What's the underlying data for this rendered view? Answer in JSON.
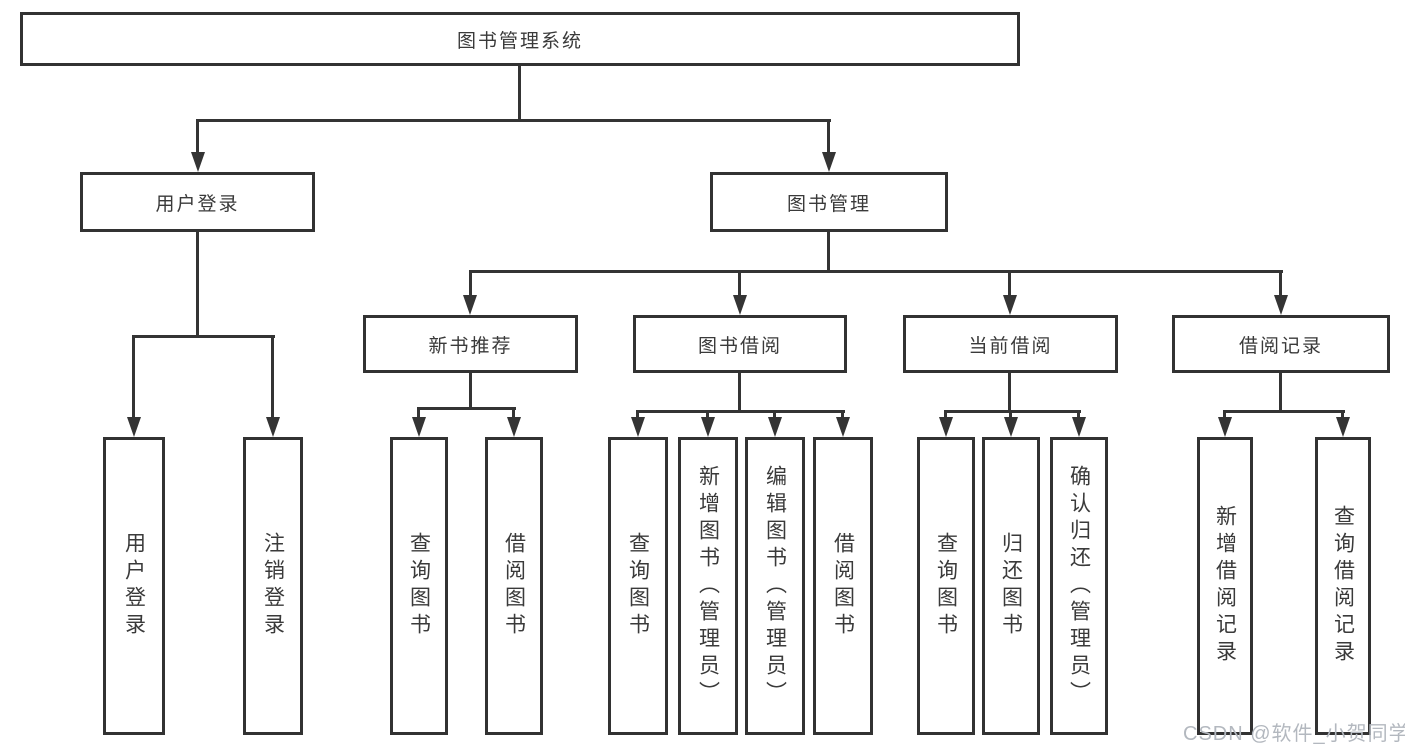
{
  "diagram": {
    "labels": {
      "root": "图书管理系统",
      "user_login": "用户登录",
      "book_mgmt": "图书管理",
      "new_book_rec": "新书推荐",
      "book_borrow": "图书借阅",
      "current_borrow": "当前借阅",
      "borrow_records": "借阅记录",
      "leaf_user_login": "用户登录",
      "leaf_logout": "注销登录",
      "leaf_query_book_1": "查询图书",
      "leaf_borrow_book_1": "借阅图书",
      "leaf_query_book_2": "查询图书",
      "leaf_add_book": "新增图书（管理员）",
      "leaf_edit_book": "编辑图书（管理员）",
      "leaf_borrow_book_2": "借阅图书",
      "leaf_query_book_3": "查询图书",
      "leaf_return_book": "归还图书",
      "leaf_confirm_return": "确认归还（管理员）",
      "leaf_add_record": "新增借阅记录",
      "leaf_query_record": "查询借阅记录"
    },
    "hierarchy": {
      "图书管理系统": {
        "用户登录": [
          "用户登录",
          "注销登录"
        ],
        "图书管理": {
          "新书推荐": [
            "查询图书",
            "借阅图书"
          ],
          "图书借阅": [
            "查询图书",
            "新增图书（管理员）",
            "编辑图书（管理员）",
            "借阅图书"
          ],
          "当前借阅": [
            "查询图书",
            "归还图书",
            "确认归还（管理员）"
          ],
          "借阅记录": [
            "新增借阅记录",
            "查询借阅记录"
          ]
        }
      }
    },
    "colors": {
      "line": "#343434",
      "box_border": "#323232",
      "box_background": "#ffffff",
      "text": "#3a3a3a",
      "watermark": "#b3b8bf",
      "page_background": "#ffffff"
    }
  },
  "watermark": {
    "text": "CSDN @软件_小贺同学"
  }
}
